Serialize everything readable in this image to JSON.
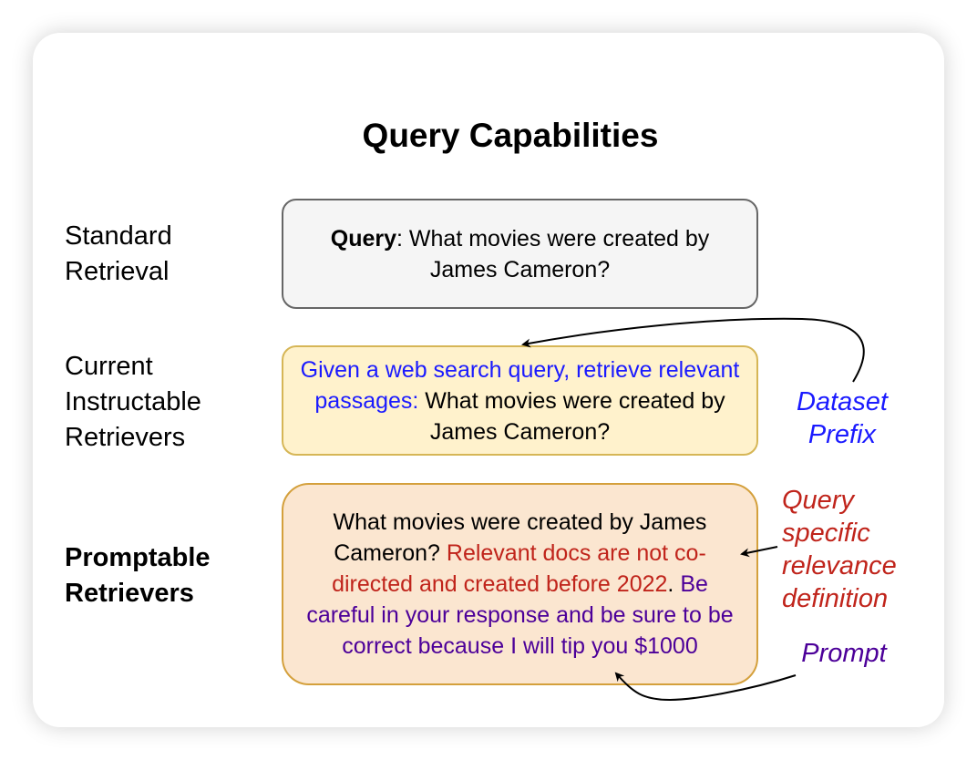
{
  "title": "Query Capabilities",
  "colors": {
    "instruction_blue": "#1a1aff",
    "relevance_red": "#c0241b",
    "prompt_purple": "#4c0099",
    "text_black": "#000000"
  },
  "rows": [
    {
      "label_lines": [
        "Standard",
        "Retrieval"
      ],
      "bold": false,
      "box": {
        "segments": [
          {
            "text": "Query",
            "style": "bold"
          },
          {
            "text": ": What movies were created by James Cameron?",
            "style": "plain"
          }
        ]
      }
    },
    {
      "label_lines": [
        "Current",
        "Instructable",
        "Retrievers"
      ],
      "bold": false,
      "box": {
        "segments": [
          {
            "text": "Given a web search query, retrieve relevant passages:",
            "style": "instruction"
          },
          {
            "text": " What movies were created by James Cameron?",
            "style": "plain"
          }
        ]
      }
    },
    {
      "label_lines": [
        "Promptable",
        "Retrievers"
      ],
      "bold": true,
      "box": {
        "segments": [
          {
            "text": "What movies were created by James Cameron? ",
            "style": "plain"
          },
          {
            "text": "Relevant docs are not co-directed and created before 2022",
            "style": "relevance"
          },
          {
            "text": ". ",
            "style": "plain"
          },
          {
            "text": "Be careful in your response and be sure to be correct because I will tip you $1000",
            "style": "prompt"
          }
        ]
      }
    }
  ],
  "annotations": {
    "dataset_prefix": [
      "Dataset",
      "Prefix"
    ],
    "relevance_definition": [
      "Query",
      "specific",
      "relevance",
      "definition"
    ],
    "prompt": [
      "Prompt"
    ]
  }
}
